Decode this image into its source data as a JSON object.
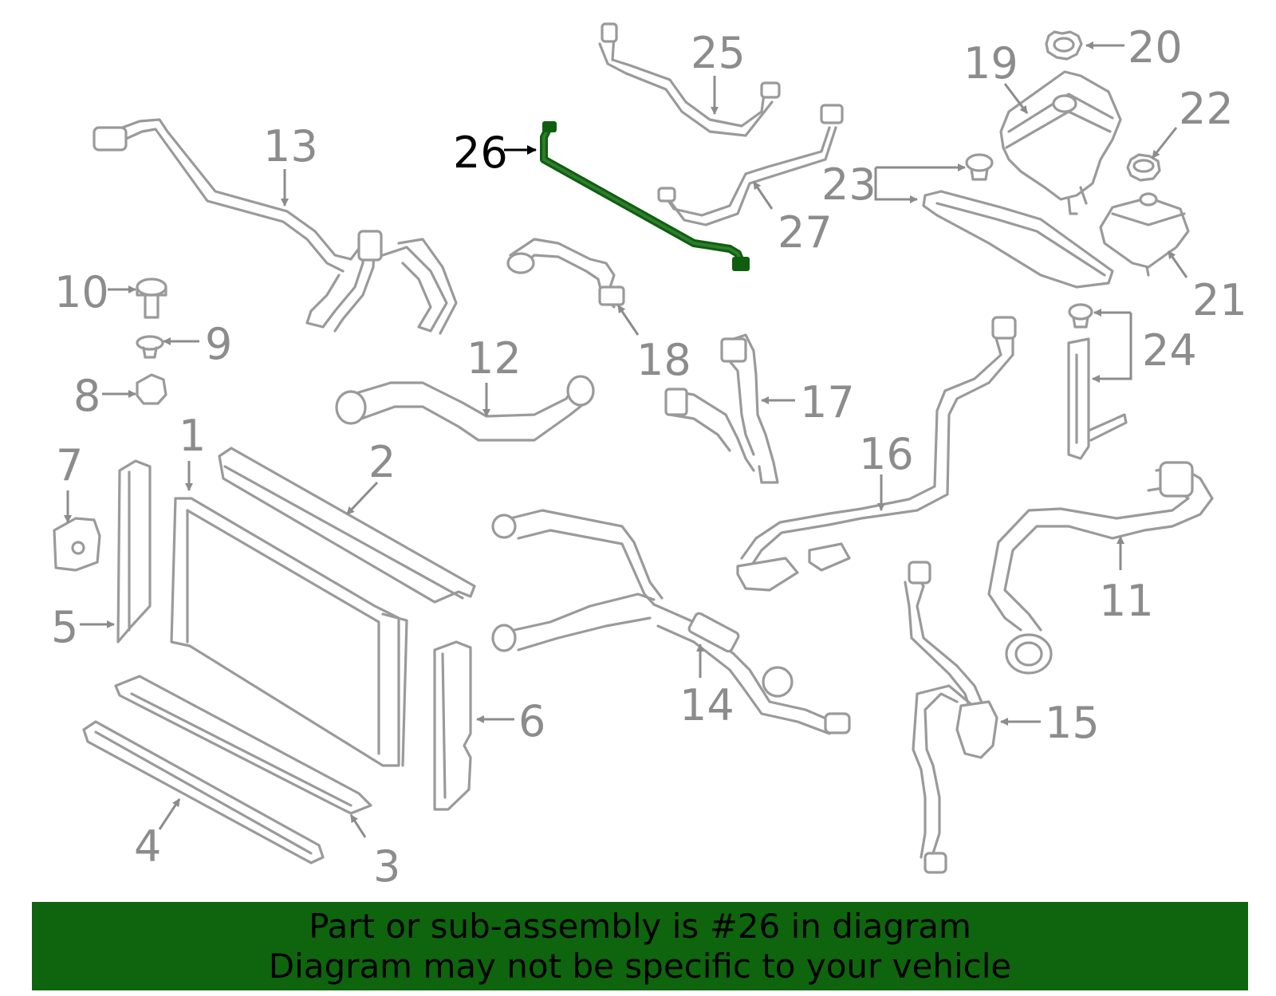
{
  "diagram": {
    "highlighted_part": "26",
    "callouts": [
      "1",
      "2",
      "3",
      "4",
      "5",
      "6",
      "7",
      "8",
      "9",
      "10",
      "11",
      "12",
      "13",
      "14",
      "15",
      "16",
      "17",
      "18",
      "19",
      "20",
      "21",
      "22",
      "23",
      "24",
      "25",
      "26",
      "27"
    ],
    "colors": {
      "highlight": "#0e650e",
      "part_line": "#9a9a9a",
      "banner": "#0e650e"
    }
  },
  "banner": {
    "line1": "Part or sub-assembly is #26 in diagram",
    "line2": "Diagram may not be specific to your vehicle"
  }
}
